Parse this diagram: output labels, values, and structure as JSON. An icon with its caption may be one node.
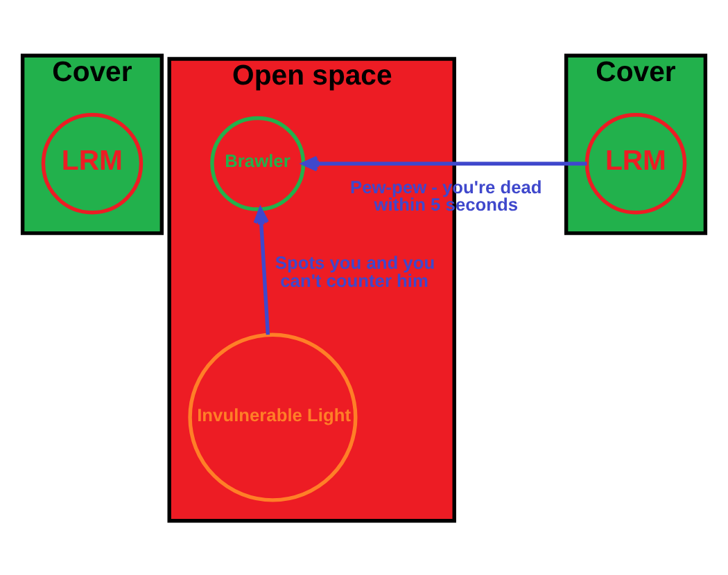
{
  "diagram": {
    "nodes": [
      {
        "text": [
          "Cover"
        ]
      },
      {
        "text": [
          "LRM"
        ],
        "in": 0
      },
      {
        "text": [
          "Open space"
        ]
      },
      {
        "text": [
          "Brawler"
        ],
        "in": 2
      },
      {
        "text": [
          "Invulnerable Light"
        ],
        "in": 2
      },
      {
        "text": [
          "Cover"
        ]
      },
      {
        "text": [
          "LRM"
        ],
        "in": 5
      }
    ],
    "edges": [
      {
        "from": 6,
        "to": 3,
        "arrow": "to",
        "label": "Pew-pew - you're dead within 5 seconds"
      },
      {
        "from": 4,
        "to": 3,
        "arrow": "to",
        "label": "Spots you and you can't counter him"
      }
    ]
  }
}
